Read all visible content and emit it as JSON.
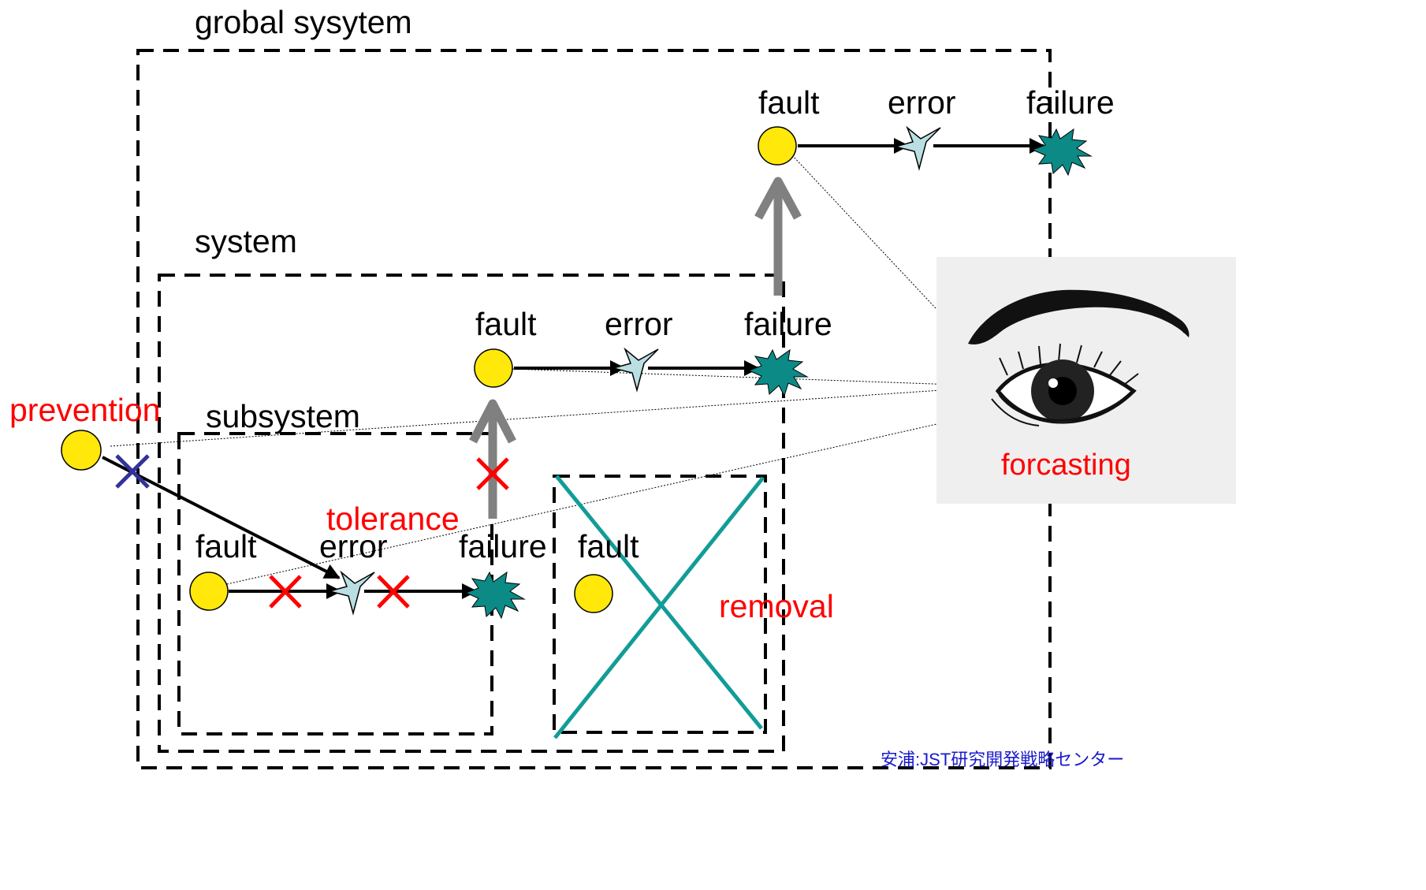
{
  "labels": {
    "global_system": "grobal sysytem",
    "system": "system",
    "subsystem": "subsystem",
    "fault": "fault",
    "error": "error",
    "failure": "failure"
  },
  "techniques": {
    "prevention": "prevention",
    "tolerance": "tolerance",
    "removal": "removal",
    "forecasting": "forcasting"
  },
  "credit": "安浦:JST研究開発戦略センター",
  "colors": {
    "fault": "#ffe80a",
    "error": "#b9dfe3",
    "failure": "#0b8a86",
    "technique_text": "#ff0000",
    "removal_cross": "#129c98",
    "block_x": "#ff0000",
    "prevention_x": "#323299",
    "upward_arrow": "#808080",
    "credit": "#1a1acc"
  }
}
